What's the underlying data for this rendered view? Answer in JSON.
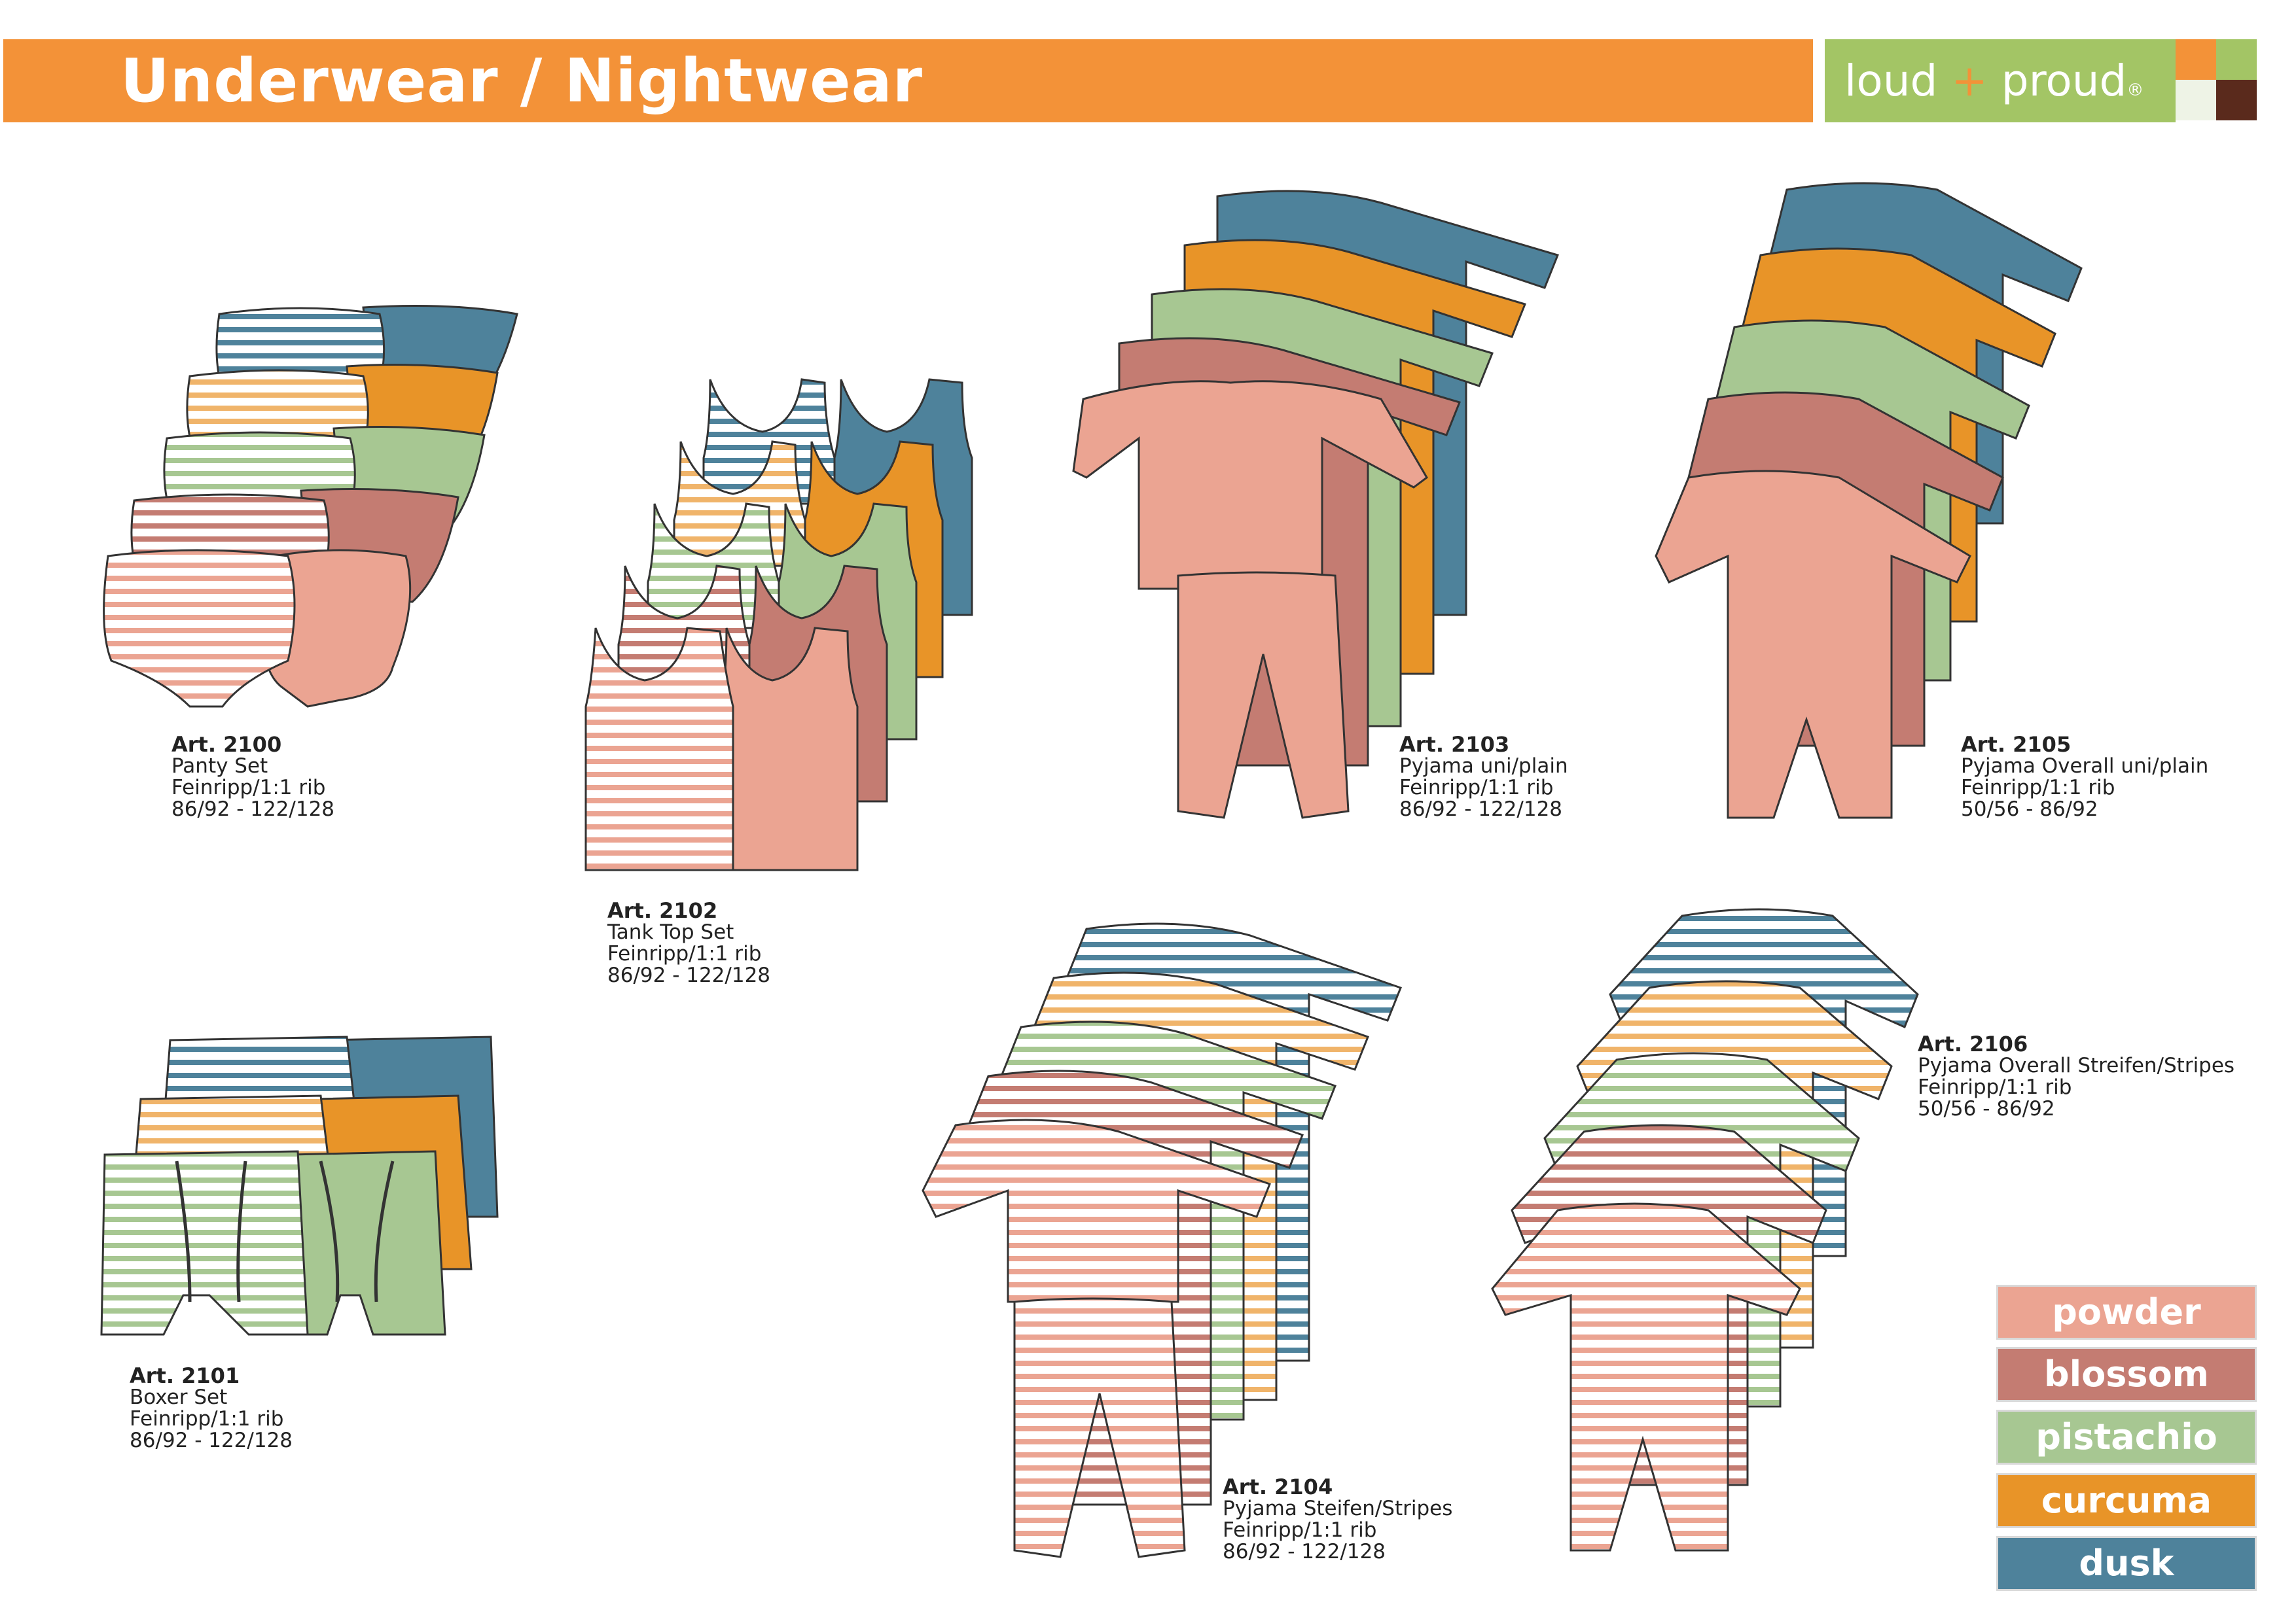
{
  "header": {
    "title": "Underwear / Nightwear"
  },
  "logo": {
    "left": "loud",
    "middle": "+",
    "right": "proud",
    "reg": "®"
  },
  "colors": {
    "powder": "#eba492",
    "blossom": "#c47c72",
    "pistachio": "#a7c792",
    "curcuma": "#e89428",
    "dusk": "#4e829b",
    "header_orange": "#f39238",
    "logo_green": "#a3c565",
    "logo_brown": "#5a2a1c"
  },
  "articles": [
    {
      "id": "2100",
      "number": "Art. 2100",
      "name": "Panty Set",
      "fabric": "Feinripp/1:1 rib",
      "sizes": "86/92 - 122/128"
    },
    {
      "id": "2101",
      "number": "Art. 2101",
      "name": "Boxer Set",
      "fabric": "Feinripp/1:1 rib",
      "sizes": "86/92 - 122/128"
    },
    {
      "id": "2102",
      "number": "Art. 2102",
      "name": "Tank Top Set",
      "fabric": "Feinripp/1:1 rib",
      "sizes": "86/92 - 122/128"
    },
    {
      "id": "2103",
      "number": "Art. 2103",
      "name": "Pyjama uni/plain",
      "fabric": "Feinripp/1:1 rib",
      "sizes": "86/92 - 122/128"
    },
    {
      "id": "2104",
      "number": "Art. 2104",
      "name": "Pyjama Steifen/Stripes",
      "fabric": "Feinripp/1:1 rib",
      "sizes": "86/92 - 122/128"
    },
    {
      "id": "2105",
      "number": "Art. 2105",
      "name": "Pyjama Overall uni/plain",
      "fabric": "Feinripp/1:1 rib",
      "sizes": "50/56 - 86/92"
    },
    {
      "id": "2106",
      "number": "Art. 2106",
      "name": "Pyjama Overall Streifen/Stripes",
      "fabric": "Feinripp/1:1 rib",
      "sizes": "50/56 - 86/92"
    }
  ],
  "swatches": [
    {
      "label": "powder",
      "color": "#eba492"
    },
    {
      "label": "blossom",
      "color": "#c47c72"
    },
    {
      "label": "pistachio",
      "color": "#a7c792"
    },
    {
      "label": "curcuma",
      "color": "#e89428"
    },
    {
      "label": "dusk",
      "color": "#4e829b"
    }
  ]
}
